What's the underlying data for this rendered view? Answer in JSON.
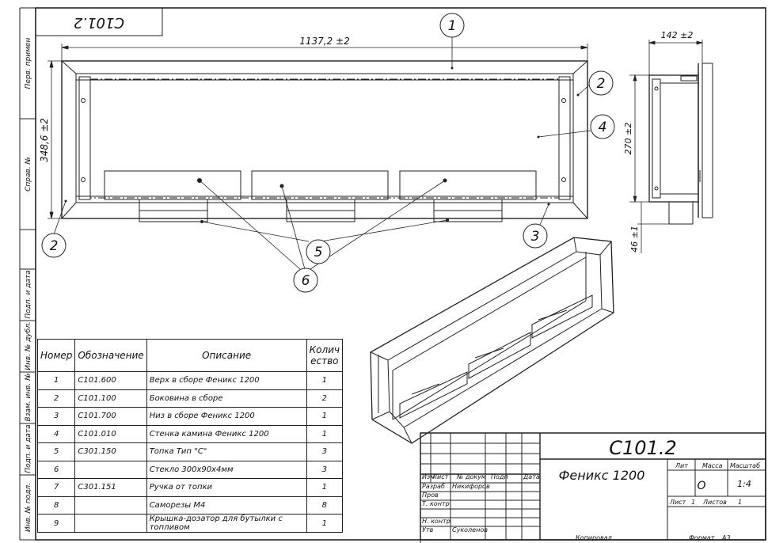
{
  "stamp_code": "C101.2",
  "dimensions": {
    "width_front": "1137,2 ±2",
    "height_front": "348,6 ±2",
    "depth_side": "142 ±2",
    "height_side": "270 ±2",
    "pipe_side": "46 ±1"
  },
  "callouts": [
    "1",
    "2",
    "2",
    "3",
    "4",
    "5",
    "6"
  ],
  "side_margin": {
    "perv_primen": "Перв. примен",
    "sprav_no": "Справ. №",
    "podp_data1": "Подп. и дата",
    "inv_dubl": "Инв. № дубл.",
    "vzam_inv": "Взам. инв. №",
    "podp_data2": "Подп. и дата",
    "inv_podl": "Инв. № подл."
  },
  "parts_table": {
    "headers": [
      "Номер",
      "Обозначение",
      "Описание",
      "Колич ество"
    ],
    "rows": [
      {
        "num": "1",
        "code": "C101.600",
        "desc": "Верх в сборе Феникс 1200",
        "qty": "1"
      },
      {
        "num": "2",
        "code": "C101.100",
        "desc": "Боковина в сборе",
        "qty": "2"
      },
      {
        "num": "3",
        "code": "C101.700",
        "desc": "Низ в сборе Феникс 1200",
        "qty": "1"
      },
      {
        "num": "4",
        "code": "C101.010",
        "desc": "Стенка камина Феникс 1200",
        "qty": "1"
      },
      {
        "num": "5",
        "code": "C301.150",
        "desc": "Топка Тип \"С\"",
        "qty": "3"
      },
      {
        "num": "6",
        "code": "",
        "desc": "Стекло 300х90х4мм",
        "qty": "3"
      },
      {
        "num": "7",
        "code": "C301.151",
        "desc": "Ручка от топки",
        "qty": "1"
      },
      {
        "num": "8",
        "code": "",
        "desc": "Саморезы М4",
        "qty": "8"
      },
      {
        "num": "9",
        "code": "",
        "desc": "Крышка-дозатор для бутылки с топливом",
        "qty": "1"
      }
    ]
  },
  "title_block": {
    "code": "С101.2",
    "name": "Феникс 1200",
    "col_izm": "Изм",
    "col_list": "Лист",
    "col_ndokum": "№ докум",
    "col_podp": "Подп",
    "col_data": "Дата",
    "razrab_label": "Разраб",
    "razrab_name": "Никифоров",
    "prov_label": "Пров",
    "tkontr_label": "Т. контр",
    "nkontr_label": "Н. контр",
    "utv_label": "Утв",
    "utv_name": "Суколенов",
    "lit_label": "Лит",
    "massa_label": "Масса",
    "masshtab_label": "Масштаб",
    "lit_value": "О",
    "masshtab_value": "1:4",
    "sheet_label": "Лист",
    "sheet_value": "1",
    "sheets_label": "Листов",
    "sheets_value": "1",
    "kopiroval": "Копировал",
    "format_label": "Формат",
    "format_value": "А3"
  }
}
